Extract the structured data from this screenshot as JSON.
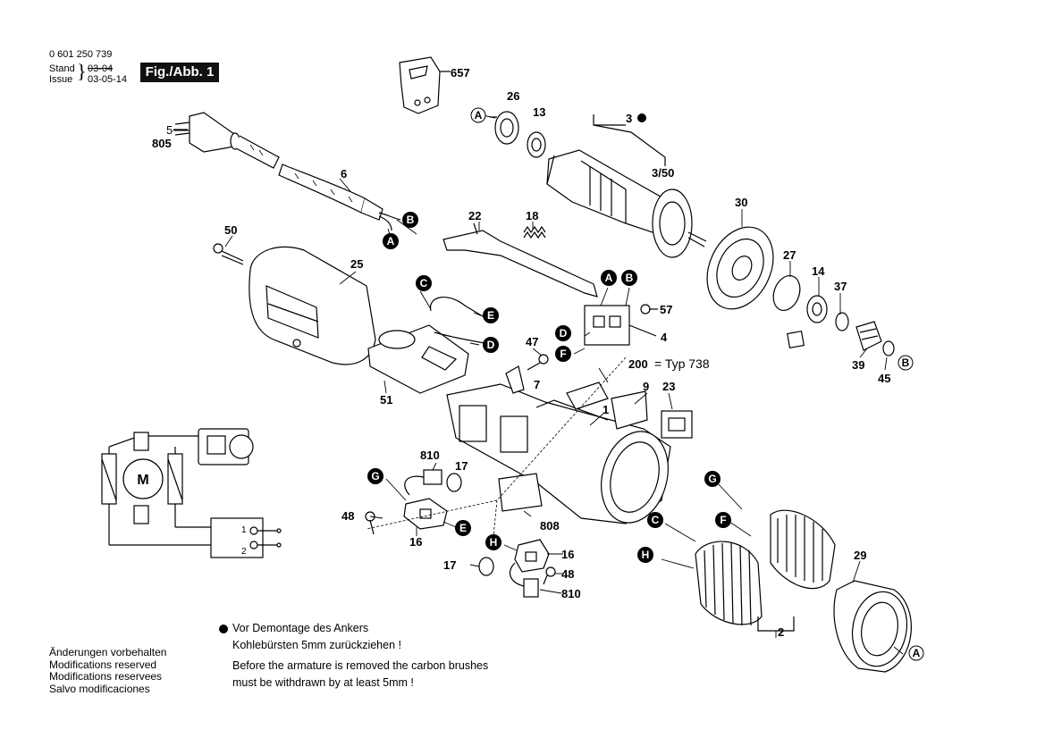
{
  "header": {
    "part_number": "0 601 250 739",
    "stand_label": "Stand",
    "stand_value": "03-04",
    "issue_label": "Issue",
    "issue_value": "03-05-14",
    "figure_label": "Fig./Abb. 1"
  },
  "part_labels": {
    "p657": "657",
    "p26": "26",
    "p13": "13",
    "p3": "3",
    "p3_50": "3/50",
    "p5": "5",
    "p805": "805",
    "p6": "6",
    "p22": "22",
    "p18": "18",
    "p30": "30",
    "p50": "50",
    "p25": "25",
    "p27": "27",
    "p14": "14",
    "p37": "37",
    "p57": "57",
    "p4": "4",
    "p47": "47",
    "p51": "51",
    "p200": "200",
    "p200_text": "= Typ 738",
    "p7": "7",
    "p9": "9",
    "p23": "23",
    "p1": "1",
    "p39": "39",
    "p45": "45",
    "p810a": "810",
    "p17a": "17",
    "p48a": "48",
    "p16a": "16",
    "p808": "808",
    "p16b": "16",
    "p17b": "17",
    "p48b": "48",
    "p810b": "810",
    "p29": "29",
    "p2": "2"
  },
  "connector_letters": {
    "A": "A",
    "B": "B",
    "C": "C",
    "D": "D",
    "E": "E",
    "F": "F",
    "G": "G",
    "H": "H"
  },
  "schematic": {
    "motor_label": "M",
    "switch_1": "1",
    "switch_2": "2"
  },
  "note": {
    "de_line1": "Vor Demontage des Ankers",
    "de_line2": "Kohlebürsten 5mm zurückziehen !",
    "en_line1": "Before the armature is removed the carbon brushes",
    "en_line2": "must be withdrawn by at least 5mm !"
  },
  "modifications": {
    "de": "Änderungen vorbehalten",
    "en": "Modifications reserved",
    "fr": "Modifications reservees",
    "es": "Salvo modificaciones"
  }
}
